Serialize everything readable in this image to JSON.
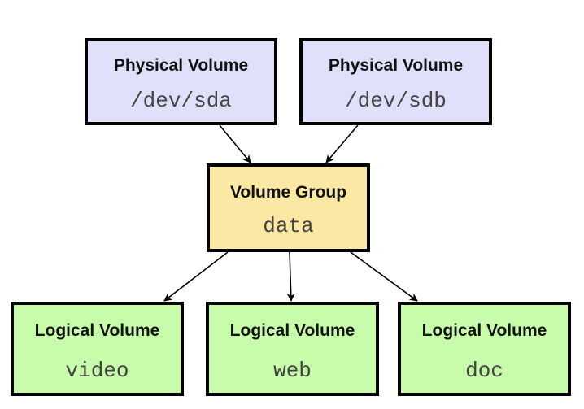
{
  "diagram": {
    "physical_volumes": [
      {
        "title": "Physical Volume",
        "name": "/dev/sda"
      },
      {
        "title": "Physical Volume",
        "name": "/dev/sdb"
      }
    ],
    "volume_group": {
      "title": "Volume Group",
      "name": "data"
    },
    "logical_volumes": [
      {
        "title": "Logical Volume",
        "name": "video"
      },
      {
        "title": "Logical Volume",
        "name": "web"
      },
      {
        "title": "Logical Volume",
        "name": "doc"
      }
    ],
    "colors": {
      "physical_volume_fill": "#e0e0fa",
      "volume_group_fill": "#fbe8a4",
      "logical_volume_fill": "#c6fcaa",
      "border": "#000000"
    },
    "edges": [
      {
        "from": "/dev/sda",
        "to": "data"
      },
      {
        "from": "/dev/sdb",
        "to": "data"
      },
      {
        "from": "data",
        "to": "video"
      },
      {
        "from": "data",
        "to": "web"
      },
      {
        "from": "data",
        "to": "doc"
      }
    ]
  }
}
